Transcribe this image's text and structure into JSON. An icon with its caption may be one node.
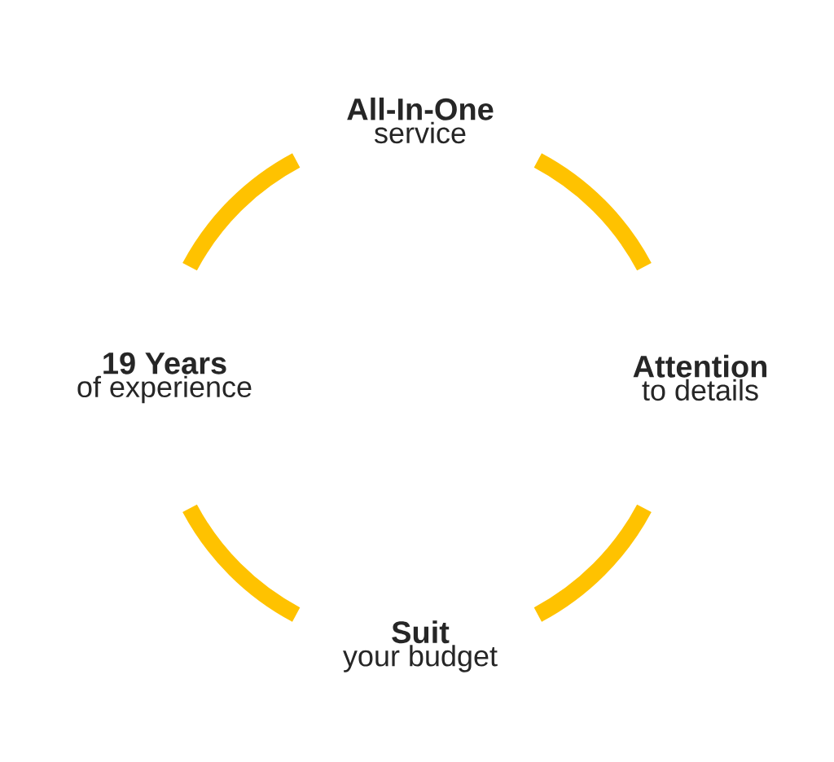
{
  "diagram": {
    "nodes": [
      {
        "text": [
          "All-In-One",
          "service"
        ]
      },
      {
        "text": [
          "19 Years",
          "of experience"
        ]
      },
      {
        "text": [
          "Attention",
          "to details"
        ]
      },
      {
        "text": [
          "Suit",
          "your budget"
        ]
      }
    ],
    "edges": [
      {
        "from": 0,
        "to": 2,
        "arrow": "none"
      },
      {
        "from": 2,
        "to": 3,
        "arrow": "none"
      },
      {
        "from": 3,
        "to": 1,
        "arrow": "none"
      },
      {
        "from": 1,
        "to": 0,
        "arrow": "none"
      }
    ]
  }
}
